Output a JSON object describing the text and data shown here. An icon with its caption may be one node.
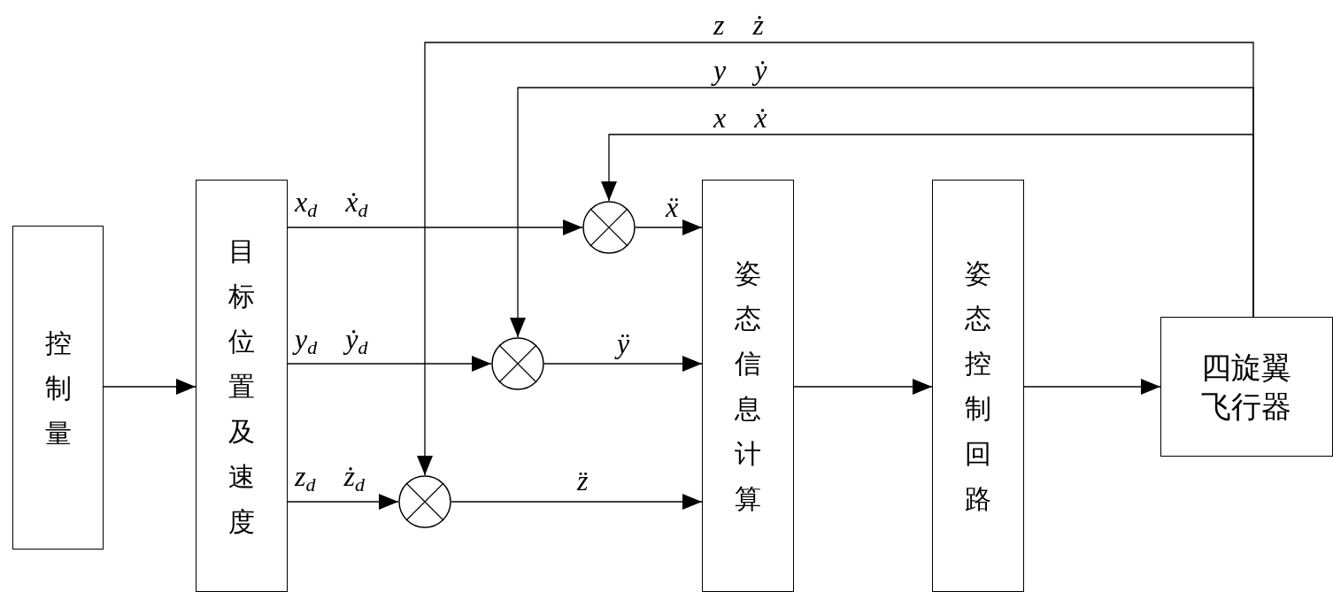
{
  "diagram": {
    "nodes": [
      {
        "text": [
          "控制量"
        ]
      },
      {
        "text": [
          "目标位置及速度"
        ]
      },
      {
        "text": [],
        "shape": "circle"
      },
      {
        "text": [],
        "shape": "circle"
      },
      {
        "text": [],
        "shape": "circle"
      },
      {
        "text": [
          "姿态信息计算"
        ]
      },
      {
        "text": [
          "姿态控制回路"
        ]
      },
      {
        "text": [
          "四旋翼飞行器"
        ]
      }
    ],
    "edges": [
      {
        "from": 0,
        "to": 1,
        "arrow": "to"
      },
      {
        "from": 1,
        "to": 2,
        "arrow": "to",
        "label": "x$_{d}$ ẋ$_{d}$"
      },
      {
        "from": 1,
        "to": 3,
        "arrow": "to",
        "label": "y$_{d}$ ẏ$_{d}$"
      },
      {
        "from": 1,
        "to": 4,
        "arrow": "to",
        "label": "z$_{d}$ ż$_{d}$"
      },
      {
        "from": 2,
        "to": 5,
        "arrow": "to",
        "label": "ẍ"
      },
      {
        "from": 3,
        "to": 5,
        "arrow": "to",
        "label": "ÿ"
      },
      {
        "from": 4,
        "to": 5,
        "arrow": "to",
        "label": "z̈"
      },
      {
        "from": 5,
        "to": 6,
        "arrow": "to"
      },
      {
        "from": 6,
        "to": 7,
        "arrow": "to"
      },
      {
        "from": 7,
        "to": 4,
        "arrow": "to",
        "label": "z ż"
      },
      {
        "from": 7,
        "to": 3,
        "arrow": "to",
        "label": "y ẏ"
      },
      {
        "from": 7,
        "to": 2,
        "arrow": "to",
        "label": "x ẋ"
      }
    ]
  }
}
